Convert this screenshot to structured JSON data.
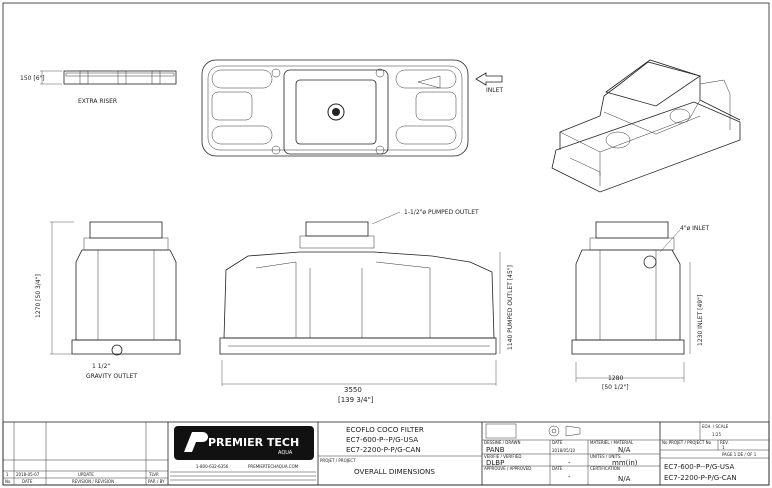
{
  "annotations": {
    "extra_riser_height": "150 [6\"]",
    "extra_riser": "EXTRA RISER",
    "inlet_top": "INLET",
    "pumped_outlet": "1-1/2\"ø PUMPED OUTLET",
    "inlet_side": "4\"ø INLET",
    "gravity_outlet_size": "1 1/2\"",
    "gravity_outlet": "GRAVITY OUTLET",
    "height_total": "1270 [50 3/4\"]",
    "height_pumped_outlet": "1140 PUMPED OUTLET [45\"]",
    "height_inlet": "1230 INLET [49\"]",
    "length": "3550",
    "length_in": "[139 3/4\"]",
    "width": "1280",
    "width_in": "[50 1/2\"]"
  },
  "title_block": {
    "revisions": {
      "row": {
        "no": "1",
        "date": "2018-05-07",
        "revision": "UPDATE",
        "by": "TLVR"
      },
      "headers": {
        "no": "No",
        "date": "DATE",
        "revision": "REVISION / REVISION",
        "by": "PAR / BY"
      }
    },
    "company": {
      "name": "PREMIER TECH",
      "sub": "AQUA",
      "phone": "1-800-632-6356",
      "web": "PREMIERTECHAQUA.COM"
    },
    "drawing_title": [
      "ECOFLO COCO FILTER",
      "EC7-600-P--P/G-USA",
      "EC7-2200-P-P/G-CAN"
    ],
    "project_label": "PROJET / PROJECT",
    "sheet_title": "OVERALL DIMENSIONS",
    "drawn_label": "DESSINE / DRAWN",
    "drawn_by": "PANB",
    "drawn_date_label": "DATE",
    "drawn_date": "2018/05/10",
    "verified_label": "VERIFIE / VERIFIED",
    "verified_by": "DLBP",
    "verified_date": "-",
    "approved_label": "APPROUVE / APPROVED",
    "approved_date": "-",
    "material_label": "MATERIEL / MATERIAL",
    "material": "N/A",
    "units_label": "UNITES / UNITS",
    "units": "mm(in)",
    "certification_label": "CERTIFICATION",
    "certification": "N/A",
    "project_no_label": "No PROJET / PROJECT No",
    "rev_label": "REV.",
    "rev": "1",
    "scale_label": "ECH. / SCALE",
    "scale": "1:25",
    "page": "PAGE 1 DE / OF 1",
    "part_numbers": [
      "EC7-600-P--P/G-USA",
      "EC7-2200-P-P/G-CAN"
    ]
  }
}
